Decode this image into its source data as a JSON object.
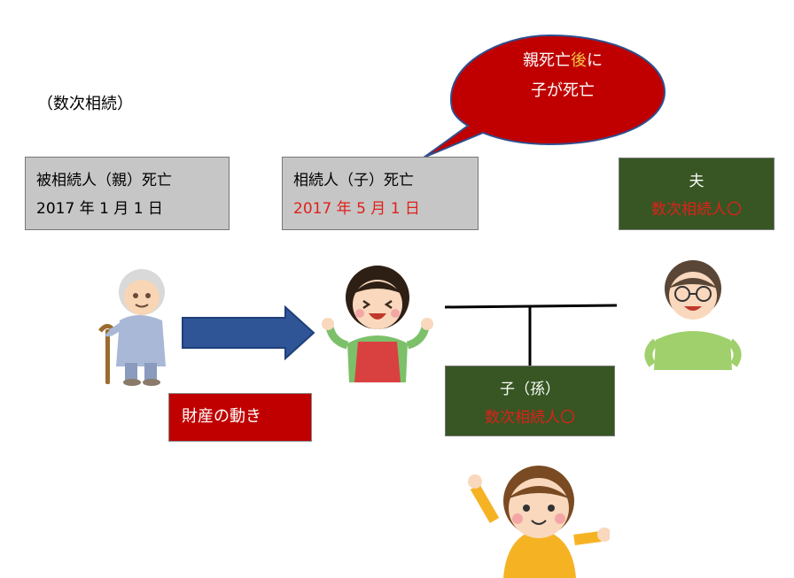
{
  "section_label": "（数次相続）",
  "parent_box": {
    "line1": "被相続人（親）死亡",
    "line2": "2017 年 1 月 1 日"
  },
  "child_box": {
    "line1": "相続人（子）死亡",
    "line2": "2017 年 5 月 1 日"
  },
  "bubble": {
    "line1_pre": "親死亡",
    "line1_hl": "後",
    "line1_post": "に",
    "line2": "子が死亡"
  },
  "husband_box": {
    "title": "夫",
    "status": "数次相続人〇"
  },
  "grandchild_box": {
    "title": "子（孫）",
    "status": "数次相続人〇"
  },
  "asset_label": "財産の動き",
  "colors": {
    "red_box": "#c00000",
    "green_box": "#375623",
    "gray_box": "#c6c6c6",
    "arrow": "#2f5597",
    "red_text": "#e0201a"
  },
  "icons": [
    "elderly-woman-icon",
    "daughter-icon",
    "husband-icon",
    "grandchild-boy-icon",
    "arrow-right-icon"
  ]
}
